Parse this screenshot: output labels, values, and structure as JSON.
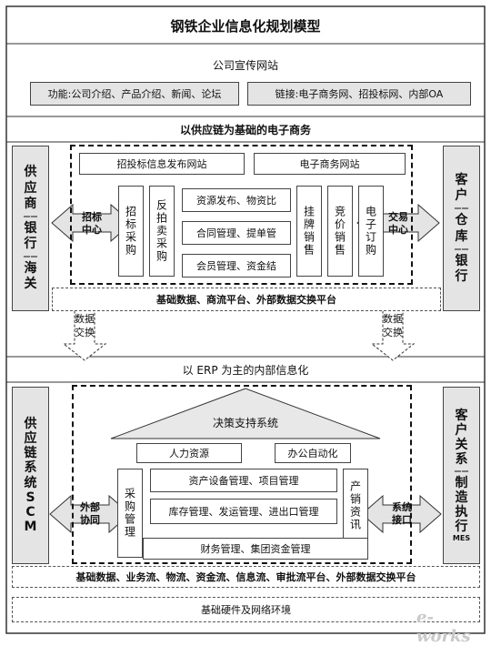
{
  "title": "钢铁企业信息化规划模型",
  "website": {
    "header": "公司宣传网站",
    "functions": "功能:公司介绍、产品介绍、新闻、论坛",
    "links": "链接:电子商务网、招投标网、内部OA"
  },
  "ecommerce": {
    "header": "以供应链为基础的电子商务",
    "left_side": [
      "供",
      "应",
      "商",
      "——",
      "银",
      "行",
      "——",
      "海",
      "关"
    ],
    "right_side": [
      "客",
      "户",
      "——",
      "仓",
      "库",
      "——",
      "银",
      "行"
    ],
    "bidding_site": "招投标信息发布网站",
    "ecommerce_site": "电子商务网站",
    "bidding_center": [
      "招标",
      "中心"
    ],
    "trading_center": [
      "交易",
      "中心"
    ],
    "col_bid_purchase": "招标采购",
    "col_reverse_auction": "反拍卖采购",
    "mid_items": [
      "资源发布、物资比",
      "合同管理、提单管",
      "会员管理、资金结"
    ],
    "col_listed_sales": "挂牌销售",
    "col_bid_sales": "竞价销售",
    "col_e_order": "电子订购",
    "platform": "基础数据、商流平台、外部数据交换平台"
  },
  "exchange_left": [
    "数据",
    "交换"
  ],
  "exchange_right": [
    "数据",
    "交换"
  ],
  "erp": {
    "header": "以 ERP 为主的内部信息化",
    "left_side": [
      "供",
      "应",
      "链",
      "系",
      "统",
      "S",
      "C",
      "M"
    ],
    "right_side": [
      "客",
      "户",
      "关",
      "系",
      "——",
      "制",
      "造",
      "执",
      "行"
    ],
    "right_mes": "MES",
    "decision": "决策支持系统",
    "hr": "人力资源",
    "oa": "办公自动化",
    "external_collab": [
      "外部",
      "协同"
    ],
    "system_interface": [
      "系统",
      "接口"
    ],
    "col_purchasing": "采购管理",
    "mid_items": [
      "资产设备管理、项目管理",
      "库存管理、发运管理、进出口管理"
    ],
    "col_sales_info": "产销资讯",
    "finance": "财务管理、集团资金管理",
    "platform": "基础数据、业务流、物流、资金流、信息流、审批流平台、外部数据交换平台"
  },
  "infrastructure": "基础硬件及网络环境",
  "logo_text": "e-works"
}
